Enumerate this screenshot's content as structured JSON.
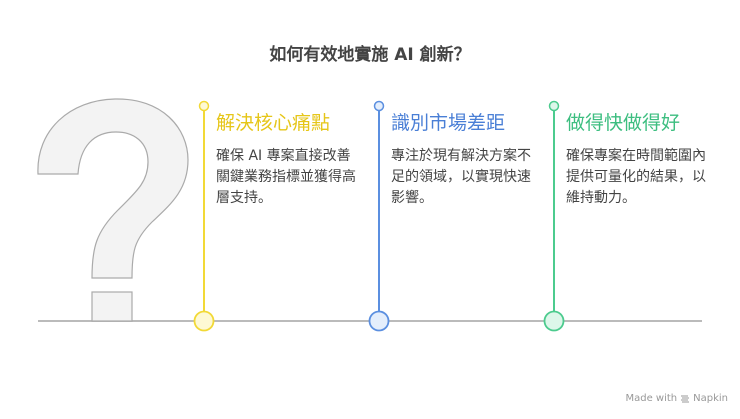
{
  "title": "如何有效地實施 AI 創新？",
  "colors": {
    "yellow": "#F2D936",
    "yellow_fill": "#FEF9D4",
    "yellow_text": "#E6C619",
    "blue": "#5B8FE0",
    "blue_fill": "#E4EEFC",
    "blue_text": "#4A7FD6",
    "green": "#4CCB8E",
    "green_fill": "#DDF7EA",
    "green_text": "#3DBE80",
    "baseline": "#BBBBBB",
    "question_fill": "#F3F3F3",
    "question_stroke": "#AAAAAA"
  },
  "steps": [
    {
      "heading": "解決核心痛點",
      "body": "確保 AI 專案直接改善關鍵業務指標並獲得高層支持。",
      "color": "yellow"
    },
    {
      "heading": "識別市場差距",
      "body": "專注於現有解決方案不足的領域，以實現快速影響。",
      "color": "blue"
    },
    {
      "heading": "做得快做得好",
      "body": "確保專案在時間範圍內提供可量化的結果，以維持動力。",
      "color": "green"
    }
  ],
  "footer": {
    "made_with": "Made with",
    "brand": "Napkin"
  }
}
